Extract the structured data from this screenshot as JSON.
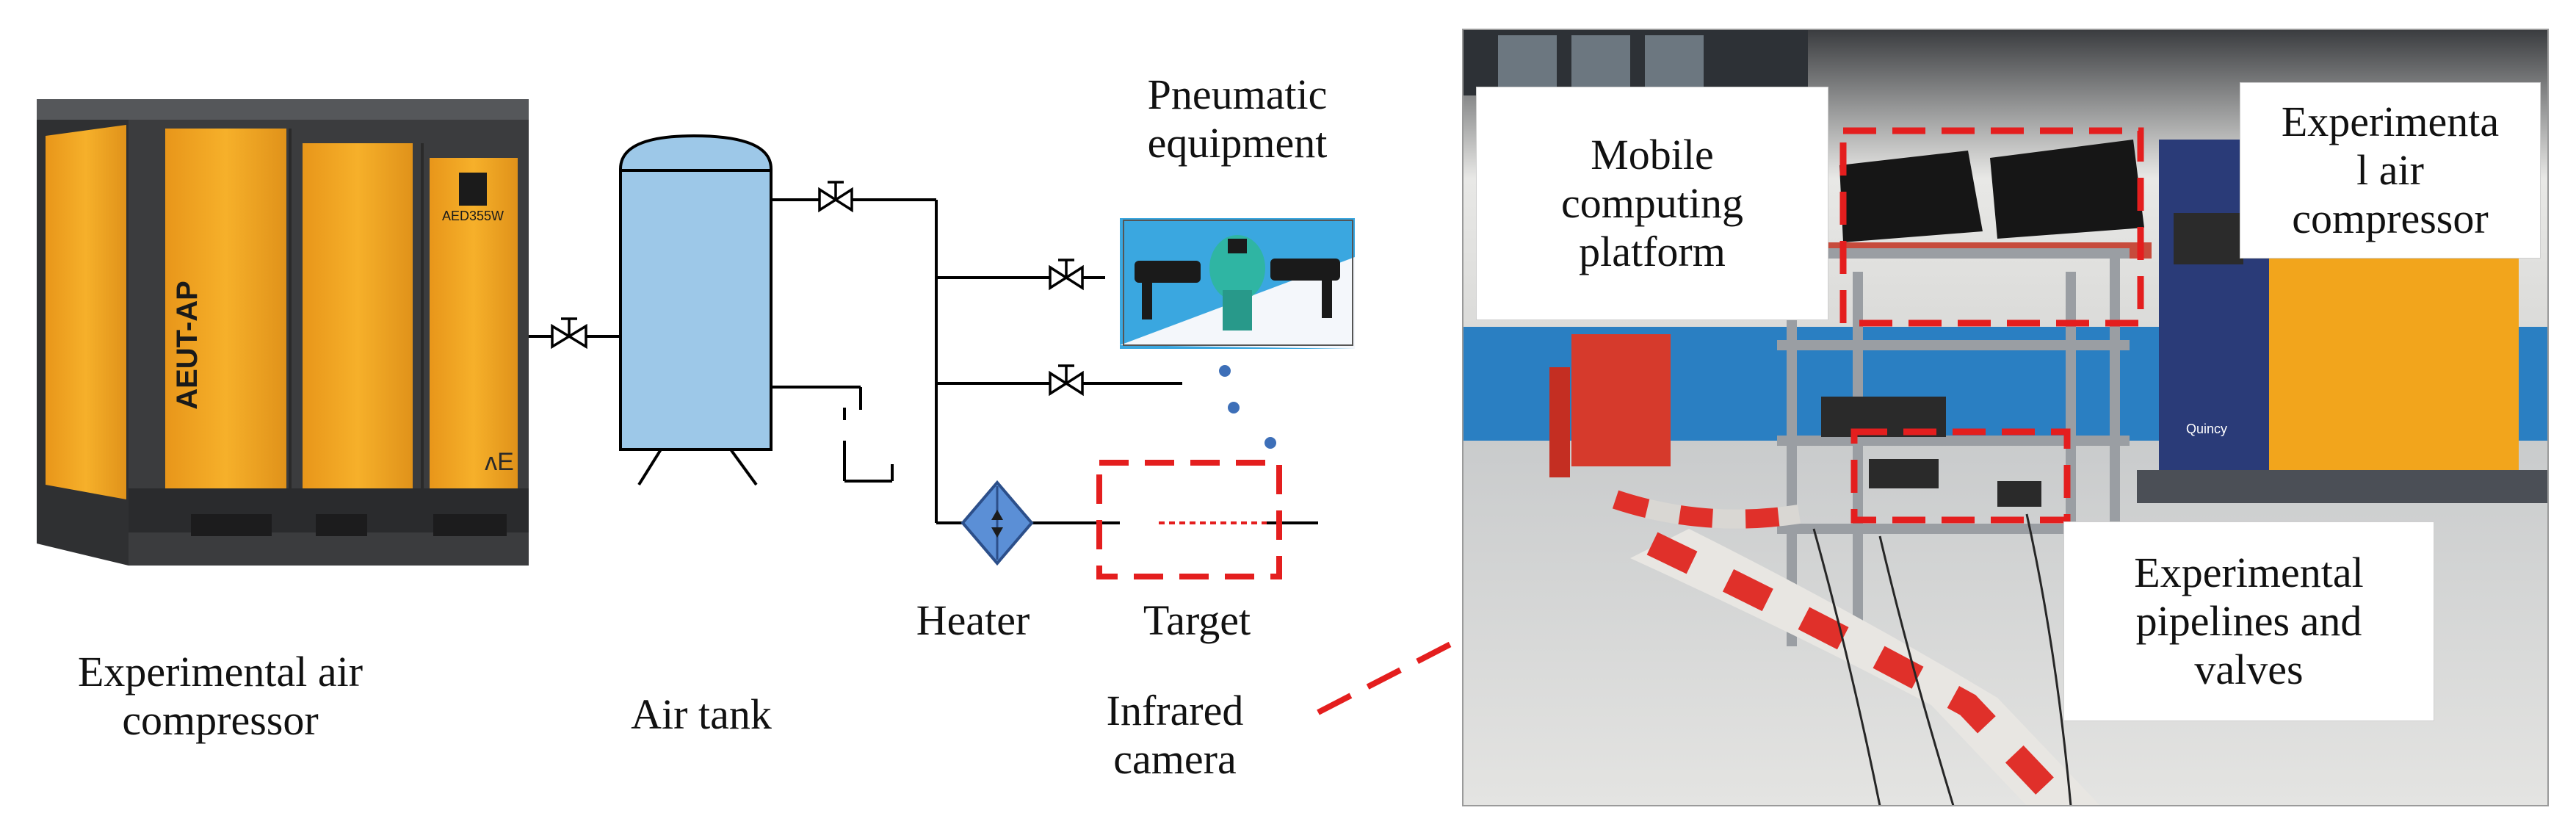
{
  "labels": {
    "compressor_left": "Experimental air\ncompressor",
    "air_tank": "Air tank",
    "pneumatic": "Pneumatic\nequipment",
    "heater": "Heater",
    "target": "Target",
    "infrared": "Infrared\ncamera"
  },
  "compressor_brand": "AEUT-AP",
  "compressor_model": "AED355W",
  "photo_labels": {
    "mobile": "Mobile\ncomputing\nplatform",
    "compressor_right": "Experimenta\nl air\ncompressor",
    "pipelines": "Experimental\npipelines and\nvalves"
  },
  "photo_marks": {
    "brand_right": "Quincy"
  },
  "colors": {
    "cabinet_orange": "#F2A51C",
    "cabinet_frame": "#3a3a3c",
    "tank_blue": "#9DC8E8",
    "heater_blue": "#5B8FD6",
    "dashed_red": "#E41E1E"
  }
}
